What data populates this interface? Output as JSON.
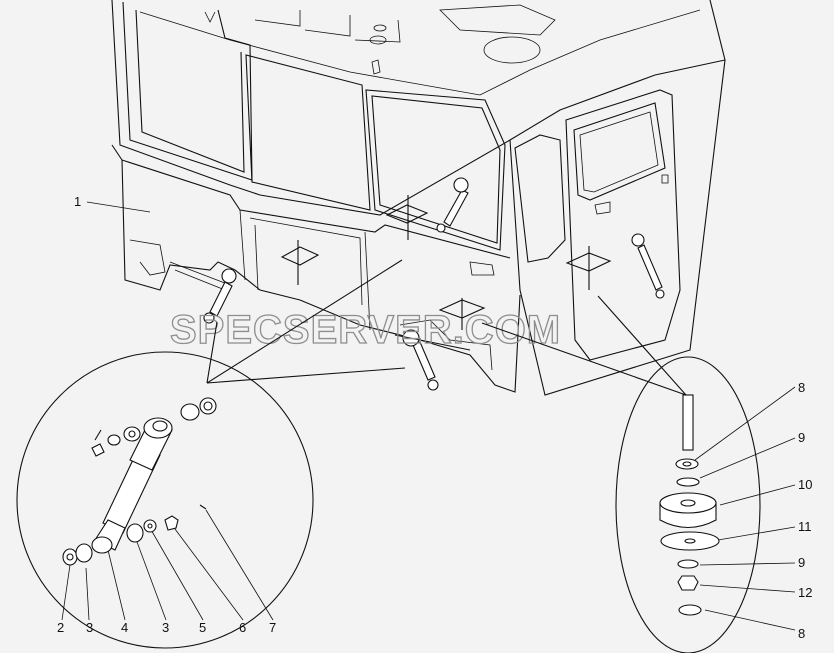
{
  "watermark": "SPECSERVER.COM",
  "callouts": {
    "c1": "1",
    "c2": "2",
    "c3a": "3",
    "c4": "4",
    "c3b": "3",
    "c5": "5",
    "c6": "6",
    "c7": "7",
    "c8a": "8",
    "c9a": "9",
    "c10": "10",
    "c11": "11",
    "c9b": "9",
    "c12": "12",
    "c8b": "8"
  }
}
